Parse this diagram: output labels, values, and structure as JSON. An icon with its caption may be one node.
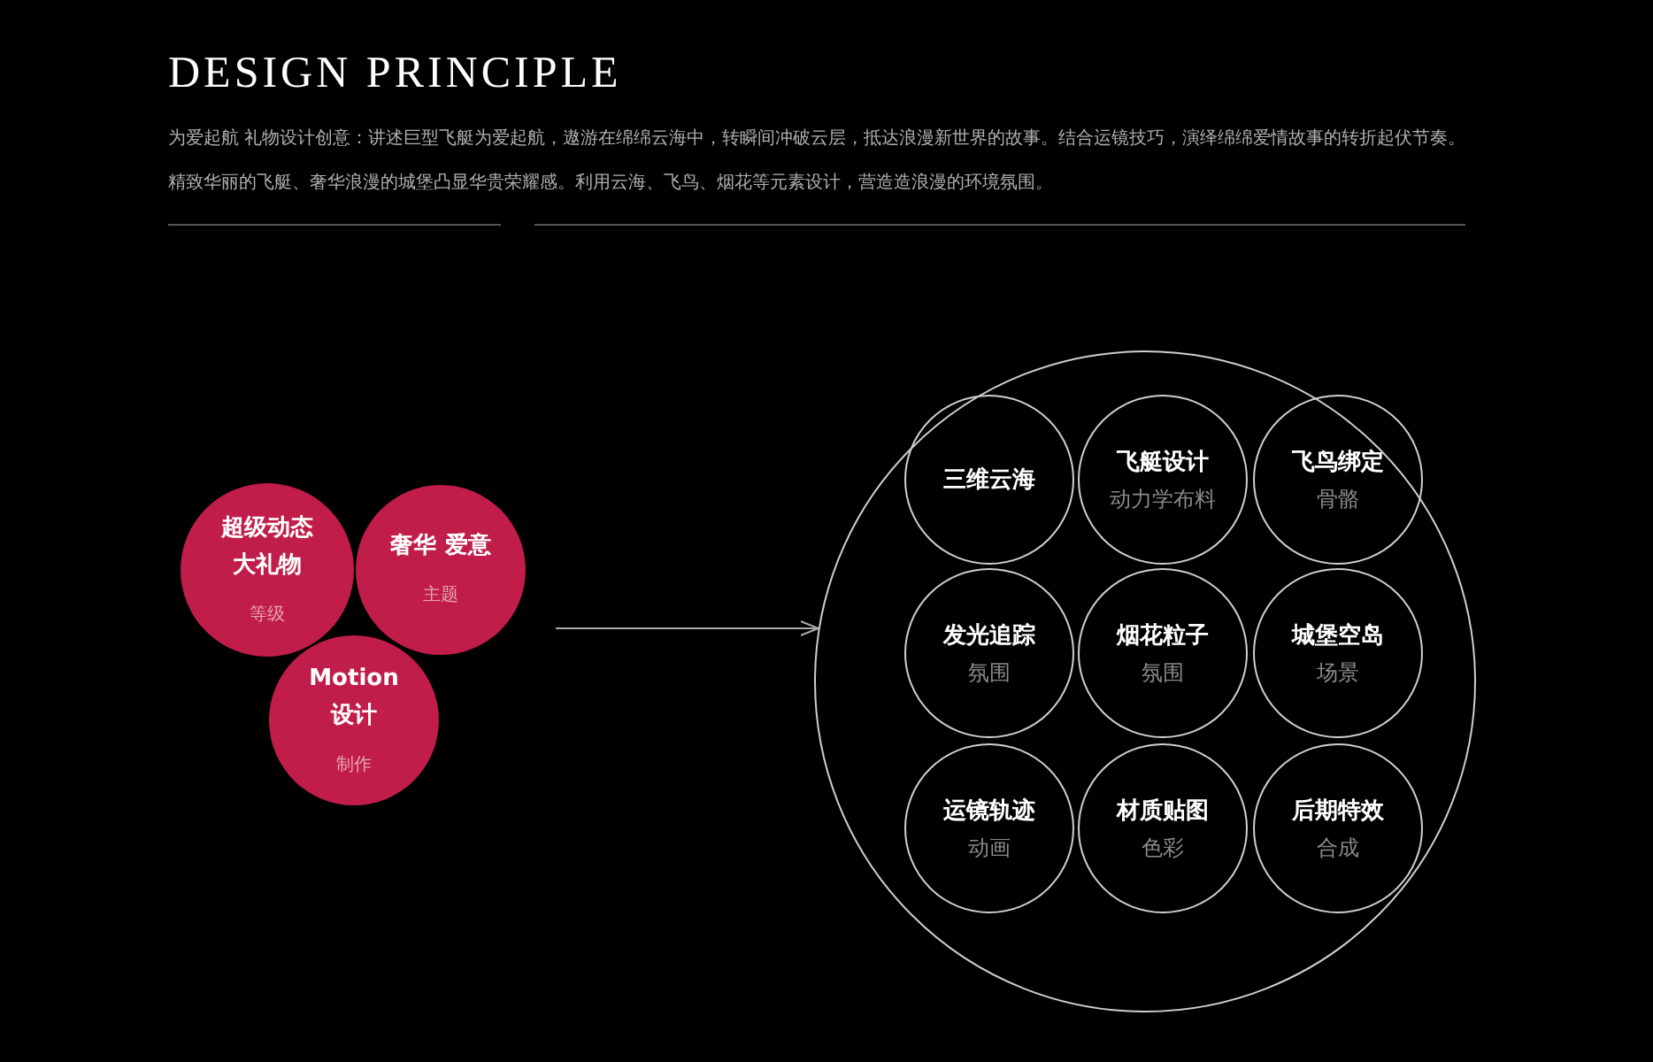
{
  "diagram": {
    "title": "DESIGN PRINCIPLE",
    "nodes": [
      {
        "text": [
          "超级动态大礼物",
          "等级"
        ]
      },
      {
        "text": [
          "奢华 爱意",
          "主题"
        ]
      },
      {
        "text": [
          "Motion设计",
          "制作"
        ]
      },
      {
        "text": [],
        "shape": "circle"
      },
      {
        "text": [
          "三维云海"
        ],
        "in": 3
      },
      {
        "text": [
          "飞艇设计",
          "动力学布料"
        ],
        "in": 3
      },
      {
        "text": [
          "飞鸟绑定",
          "骨骼"
        ],
        "in": 3
      },
      {
        "text": [
          "发光追踪",
          "氛围"
        ],
        "in": 3
      },
      {
        "text": [
          "烟花粒子",
          "氛围"
        ],
        "in": 3
      },
      {
        "text": [
          "城堡空岛",
          "场景"
        ],
        "in": 3
      },
      {
        "text": [
          "运镜轨迹",
          "动画"
        ],
        "in": 3
      },
      {
        "text": [
          "材质贴图",
          "色彩"
        ],
        "in": 3
      },
      {
        "text": [
          "后期特效",
          "合成"
        ],
        "in": 3
      }
    ],
    "edges": [
      {
        "from": null,
        "to": 3,
        "arrow": "to"
      }
    ],
    "labels": [
      "为爱起航 礼物设计创意：讲述巨型飞艇为爱起航，遨游在绵绵云海中，转瞬间冲破云层，抵达浪漫新世界的故事。结合运镜技巧，演绎绵绵爱情故事的转折起伏节奏。精致华丽的飞艇、奢华浪漫的城堡凸显华贵荣耀感。利用云海、飞鸟、烟花等元素设计，营造造浪漫的环境氛围。"
    ]
  }
}
